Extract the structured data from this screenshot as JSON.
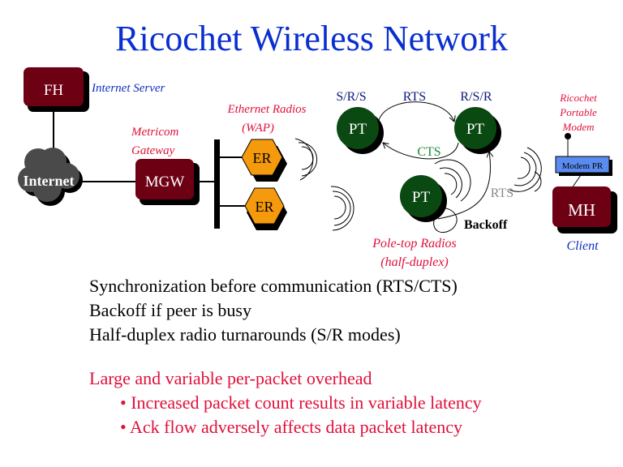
{
  "title": "Ricochet Wireless Network",
  "diagram": {
    "nodes": {
      "fh": "FH",
      "internet": "Internet",
      "mgw": "MGW",
      "er_top": "ER",
      "er_bottom": "ER",
      "pt_left": "PT",
      "pt_right": "PT",
      "pt_bottom": "PT",
      "mh": "MH",
      "modem_pr": "Modem PR"
    },
    "labels": {
      "internet_server": "Internet Server",
      "metricom_gateway_1": "Metricom",
      "metricom_gateway_2": "Gateway",
      "ethernet_radios_1": "Ethernet Radios",
      "ethernet_radios_2": "(WAP)",
      "pt_left_mode": "S/R/S",
      "pt_right_mode": "R/S/R",
      "rts_top": "RTS",
      "cts": "CTS",
      "rts_gray": "RTS",
      "backoff": "Backoff",
      "pole_top_1": "Pole-top Radios",
      "pole_top_2": "(half-duplex)",
      "ricochet_1": "Ricochet",
      "ricochet_2": "Portable",
      "ricochet_3": "Modem",
      "client": "Client"
    },
    "colors": {
      "host_box": "#6e0014",
      "er_hex": "#f59a0c",
      "pt_circle": "#0a4a12",
      "modem_box": "#5a8cf0",
      "cloud": "#4a4a4a",
      "cts_green": "#1e8a3a",
      "rts_gray": "#888888"
    }
  },
  "bullets": [
    "Synchronization before communication (RTS/CTS)",
    "Backoff if peer is busy",
    "Half-duplex radio turnarounds (S/R modes)"
  ],
  "overhead": {
    "heading": "Large and variable per-packet overhead",
    "items": [
      "• Increased packet count results in variable latency",
      "• Ack flow adversely affects data packet latency"
    ]
  }
}
